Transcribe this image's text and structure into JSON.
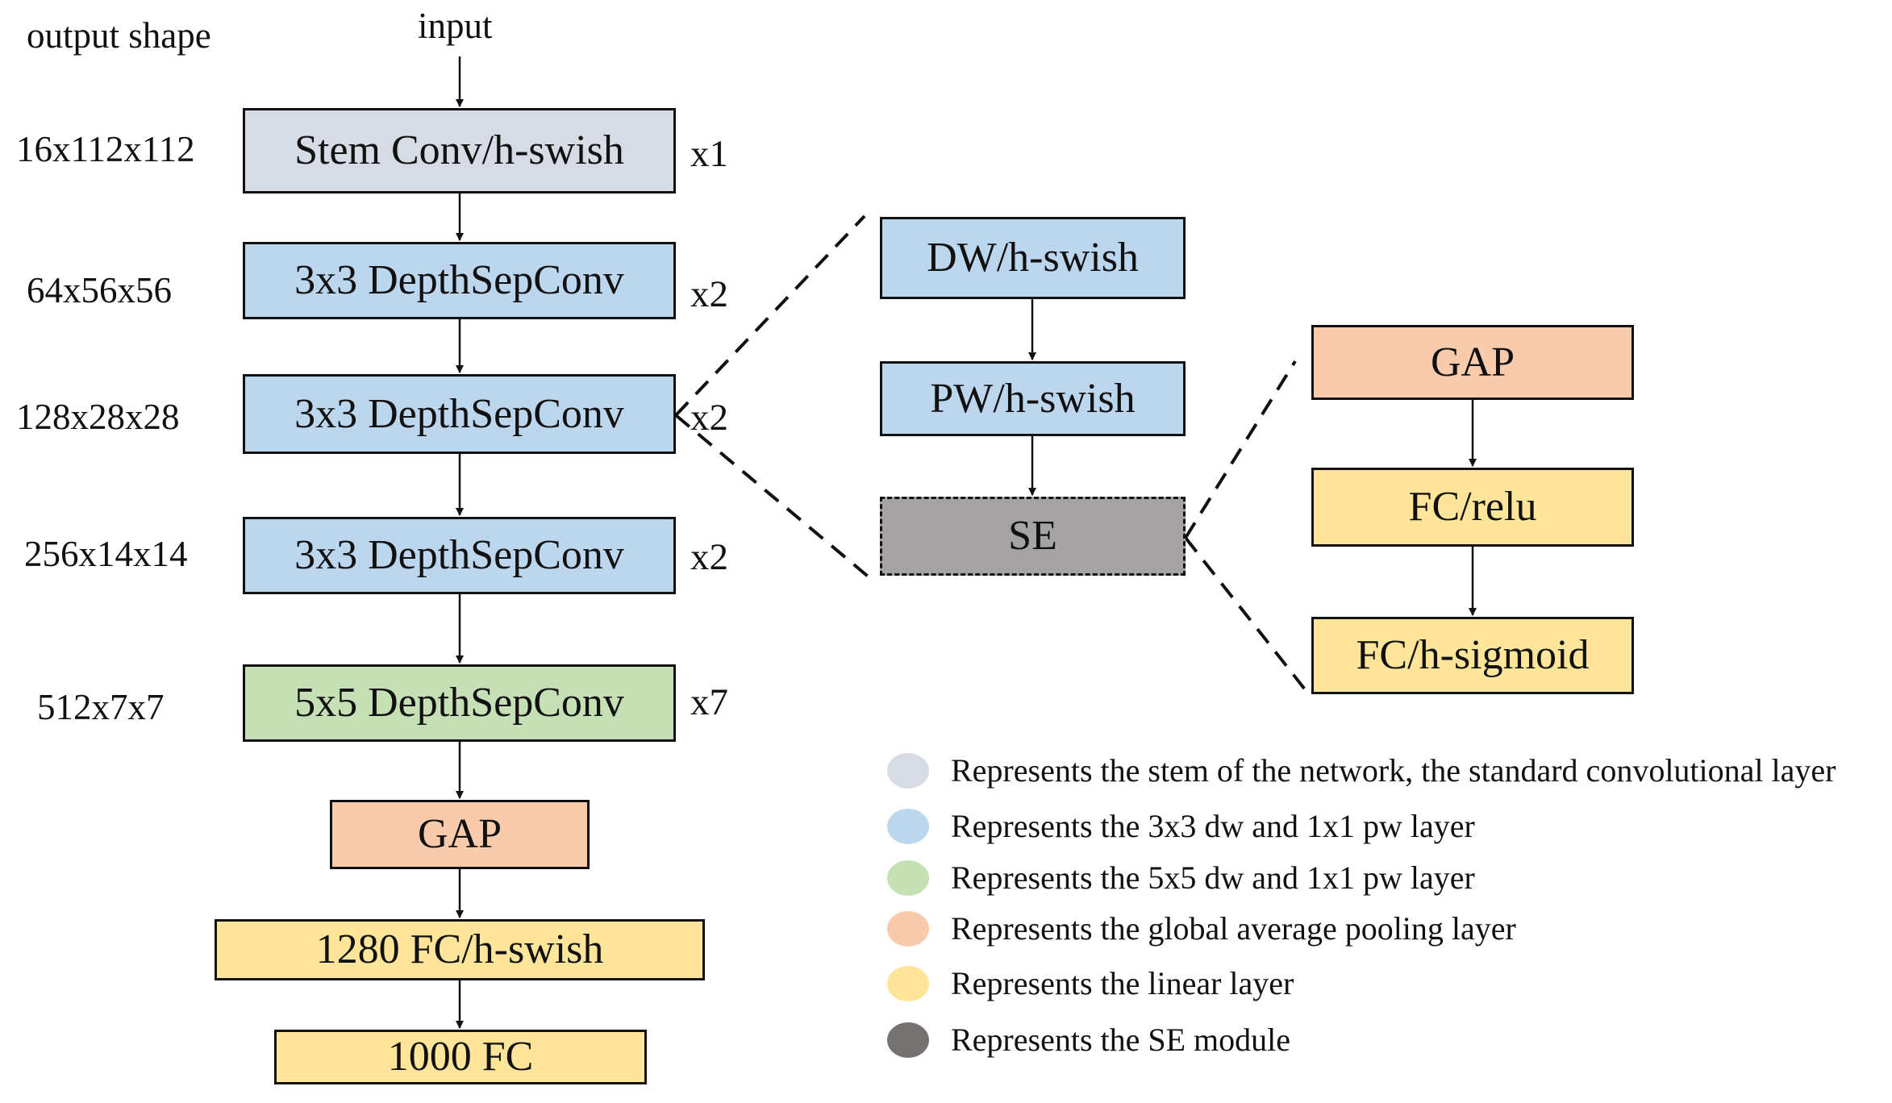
{
  "header": {
    "output_shape_label": "output shape",
    "input_label": "input"
  },
  "colors": {
    "stem": "#d7dbe5",
    "dw_pw_3x3": "#bcd6ee",
    "dw_pw_5x5": "#c5e0b4",
    "gap": "#f8cbad",
    "linear": "#fee599",
    "se": "#a5a3a3",
    "legend_se_dot": "#767171",
    "stroke": "#111111"
  },
  "main_column": {
    "stages": [
      {
        "shape": "16x112x112",
        "label": "Stem Conv/h-swish",
        "repeat": "x1",
        "kind": "stem"
      },
      {
        "shape": "64x56x56",
        "label": "3x3 DepthSepConv",
        "repeat": "x2",
        "kind": "dw_pw_3x3"
      },
      {
        "shape": "128x28x28",
        "label": "3x3 DepthSepConv",
        "repeat": "x2",
        "kind": "dw_pw_3x3"
      },
      {
        "shape": "256x14x14",
        "label": "3x3 DepthSepConv",
        "repeat": "x2",
        "kind": "dw_pw_3x3"
      },
      {
        "shape": "512x7x7",
        "label": "5x5 DepthSepConv",
        "repeat": "x7",
        "kind": "dw_pw_5x5"
      }
    ],
    "head": [
      {
        "label": "GAP",
        "kind": "gap"
      },
      {
        "label": "1280 FC/h-swish",
        "kind": "linear"
      },
      {
        "label": "1000 FC",
        "kind": "linear"
      }
    ]
  },
  "depthsep_detail": {
    "blocks": [
      "DW/h-swish",
      "PW/h-swish",
      "SE"
    ]
  },
  "se_detail": {
    "blocks": [
      "GAP",
      "FC/relu",
      "FC/h-sigmoid"
    ]
  },
  "legend": {
    "items": [
      {
        "label": "Represents the stem of the network, the standard convolutional layer",
        "kind": "stem"
      },
      {
        "label": "Represents the 3x3 dw and 1x1 pw layer",
        "kind": "dw_pw_3x3"
      },
      {
        "label": "Represents the 5x5 dw and 1x1 pw layer",
        "kind": "dw_pw_5x5"
      },
      {
        "label": "Represents the global average pooling layer",
        "kind": "gap"
      },
      {
        "label": "Represents the linear layer",
        "kind": "linear"
      },
      {
        "label": "Represents the SE module",
        "kind": "legend_se_dot"
      }
    ]
  }
}
